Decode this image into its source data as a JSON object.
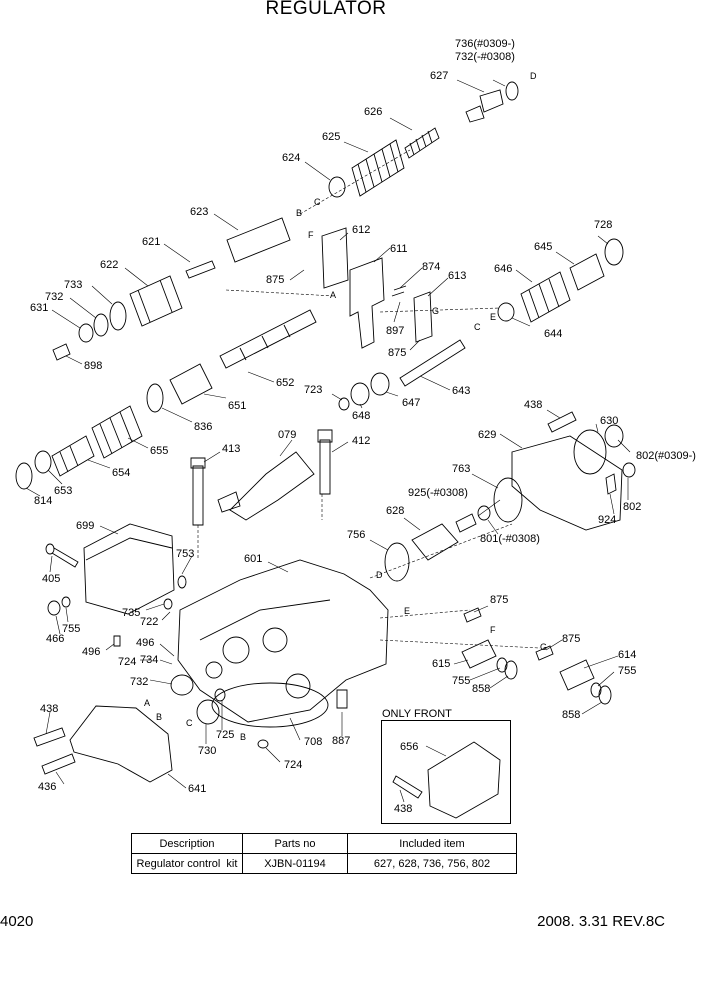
{
  "title": "REGULATOR",
  "parts": {
    "p736": "736(#0309-)",
    "p732_top": "732(-#0308)",
    "p627": "627",
    "p626": "626",
    "p625": "625",
    "p624": "624",
    "p623": "623",
    "p612": "612",
    "p611": "611",
    "p621": "621",
    "p622": "622",
    "p733": "733",
    "p732_left": "732",
    "p631": "631",
    "p875_a": "875",
    "p874": "874",
    "p613": "613",
    "p897": "897",
    "p875_b": "875",
    "p898": "898",
    "p728": "728",
    "p645": "645",
    "p646": "646",
    "p644": "644",
    "p652": "652",
    "p643": "643",
    "p723": "723",
    "p648": "648",
    "p647": "647",
    "p651": "651",
    "p836": "836",
    "p438_top": "438",
    "p630": "630",
    "p629": "629",
    "p802_top": "802(#0309-)",
    "p655": "655",
    "p654": "654",
    "p653": "653",
    "p814": "814",
    "p413": "413",
    "p079": "079",
    "p412": "412",
    "p763": "763",
    "p925": "925(-#0308)",
    "p924": "924",
    "p802": "802",
    "p628": "628",
    "p801": "801(-#0308)",
    "p699": "699",
    "p756": "756",
    "p601": "601",
    "p405": "405",
    "p753": "753",
    "p735": "735",
    "p722": "722",
    "p466": "466",
    "p755_a": "755",
    "p496_a": "496",
    "p496_b": "496",
    "p724_a": "724",
    "p734": "734",
    "p875_c": "875",
    "p875_d": "875",
    "p614": "614",
    "p615": "615",
    "p755_b": "755",
    "p858_a": "858",
    "p755_c": "755",
    "p858_b": "858",
    "p732_bot": "732",
    "p438_bot": "438",
    "p708": "708",
    "p887": "887",
    "p725": "725",
    "p730": "730",
    "p724_b": "724",
    "p436": "436",
    "p641": "641",
    "p656": "656",
    "p438_front": "438"
  },
  "ref_letters": {
    "a1": "A",
    "b1": "B",
    "c1": "C",
    "d1": "D",
    "e1": "E",
    "f1": "F",
    "g1": "G",
    "a2": "A",
    "b2": "B",
    "c2": "C",
    "d2": "D",
    "e2": "E",
    "f2": "F",
    "g2": "G",
    "b3": "B",
    "c3": "C",
    "d3": "D",
    "e3": "E",
    "f3": "F",
    "g3": "G"
  },
  "only_front": {
    "label": "ONLY FRONT"
  },
  "kit_table": {
    "headers": [
      "Description",
      "Parts no",
      "Included item"
    ],
    "row": [
      "Regulator control  kit",
      "XJBN-01194",
      "627, 628, 736, 756, 802"
    ]
  },
  "footer": {
    "page": "4020",
    "revision": "2008. 3.31  REV.8C"
  }
}
